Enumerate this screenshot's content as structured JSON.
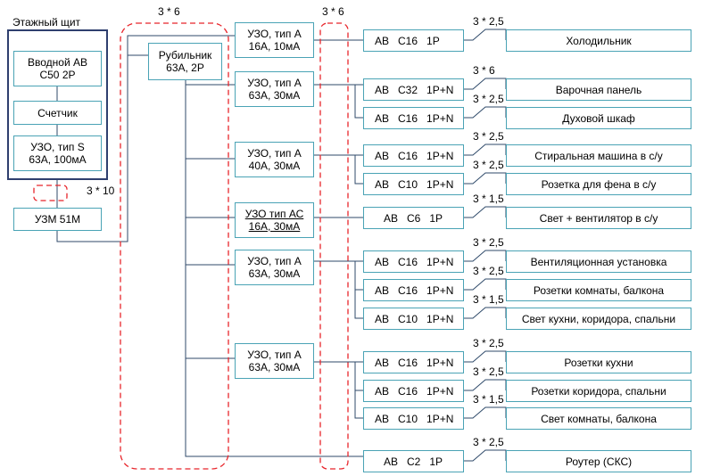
{
  "panel": {
    "title": "Этажный щит",
    "main_breaker": "Вводной АВ\nС50 2Р",
    "meter": "Счетчик",
    "rcd": "УЗО, тип S\n63А, 100мА"
  },
  "uzm": "УЗМ 51М",
  "switch": "Рубильник\n63А, 2Р",
  "cables": {
    "panel_to_uzm": "3 * 10",
    "bus_left": "3 * 6",
    "bus_right": "3 * 6"
  },
  "rcds": [
    "УЗО, тип А\n16А, 10мА",
    "УЗО, тип А\n63А, 30мА",
    "УЗО, тип А\n40А, 30мА",
    "УЗО тип АС\n16А, 30мА",
    "УЗО, тип А\n63А, 30мА",
    "УЗО, тип А\n63А, 30мА"
  ],
  "breakers": [
    "АВ   С16   1Р",
    "АВ   С32   1Р+N",
    "АВ   С16   1Р+N",
    "АВ   С16   1Р+N",
    "АВ   С10   1Р+N",
    "АВ   С6   1Р",
    "АВ   С16   1Р+N",
    "АВ   С16   1Р+N",
    "АВ   С10   1Р+N",
    "АВ   С16   1Р+N",
    "АВ   С16   1Р+N",
    "АВ   С10   1Р+N",
    "АВ   С2   1Р"
  ],
  "cable_sizes": [
    "3 * 2,5",
    "3 * 6",
    "3 * 2,5",
    "3 * 2,5",
    "3 * 2,5",
    "3 * 1,5",
    "3 * 2,5",
    "3 * 2,5",
    "3 * 1,5",
    "3 * 2,5",
    "3 * 2,5",
    "3 * 1,5",
    "3 * 2,5"
  ],
  "loads": [
    "Холодильник",
    "Варочная панель",
    "Духовой шкаф",
    "Стиральная машина в с/у",
    "Розетка для фена в с/у",
    "Свет + вентилятор в с/у",
    "Вентиляционная установка",
    "Розетки комнаты, балкона",
    "Свет кухни, коридора, спальни",
    "Розетки кухни",
    "Розетки коридора, спальни",
    "Свет комнаты, балкона",
    "Роутер (СКС)"
  ]
}
